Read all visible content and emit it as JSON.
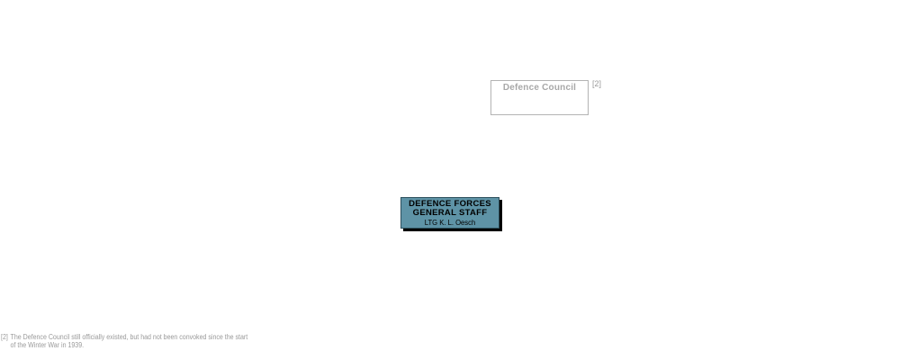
{
  "diagram": {
    "council": {
      "label": "Defence Council",
      "footnote_ref": "[2]"
    },
    "general_staff": {
      "line1": "DEFENCE FORCES",
      "line2": "GENERAL STAFF",
      "commander": "LTG K. L. Oesch"
    },
    "footnote": {
      "marker": "[2]",
      "text_line1": "The Defence Council still officially existed, but had not been convoked since the start",
      "text_line2": "of the Winter War in 1939."
    }
  },
  "colors": {
    "general_staff_fill": "#5e93a6",
    "shadow": "#000000",
    "council_border": "#b3b3b3",
    "muted_text": "#9a9a9a"
  }
}
